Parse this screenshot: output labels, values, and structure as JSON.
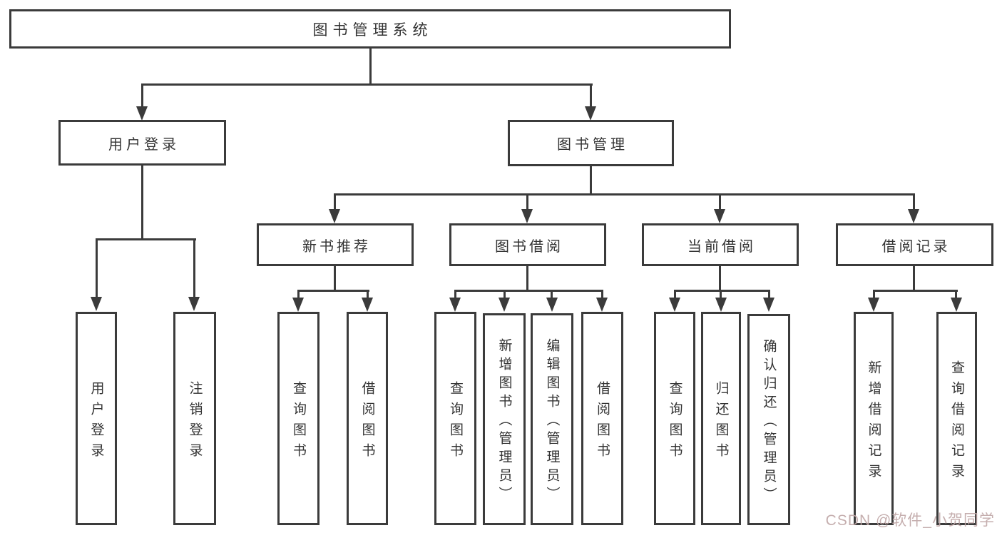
{
  "tree": {
    "root": {
      "label": "图书管理系统"
    },
    "user_login": {
      "label": "用户登录",
      "children": [
        {
          "label": "用户登录"
        },
        {
          "label": "注销登录"
        }
      ]
    },
    "book_management": {
      "label": "图书管理",
      "sections": [
        {
          "label": "新书推荐",
          "children": [
            {
              "label": "查询图书"
            },
            {
              "label": "借阅图书"
            }
          ]
        },
        {
          "label": "图书借阅",
          "children": [
            {
              "label": "查询图书"
            },
            {
              "label": "新增图书（管理员）"
            },
            {
              "label": "编辑图书（管理员）"
            },
            {
              "label": "借阅图书"
            }
          ]
        },
        {
          "label": "当前借阅",
          "children": [
            {
              "label": "查询图书"
            },
            {
              "label": "归还图书"
            },
            {
              "label": "确认归还（管理员）"
            }
          ]
        },
        {
          "label": "借阅记录",
          "children": [
            {
              "label": "新增借阅记录"
            },
            {
              "label": "查询借阅记录"
            }
          ]
        }
      ]
    }
  },
  "watermark": {
    "text": "CSDN @软件_小贺同学"
  },
  "colors": {
    "background": "#ffffff",
    "line": "#3b3b3b",
    "box_border": "#3b3b3b",
    "text": "#333333",
    "watermark": "#bfa6a6"
  }
}
